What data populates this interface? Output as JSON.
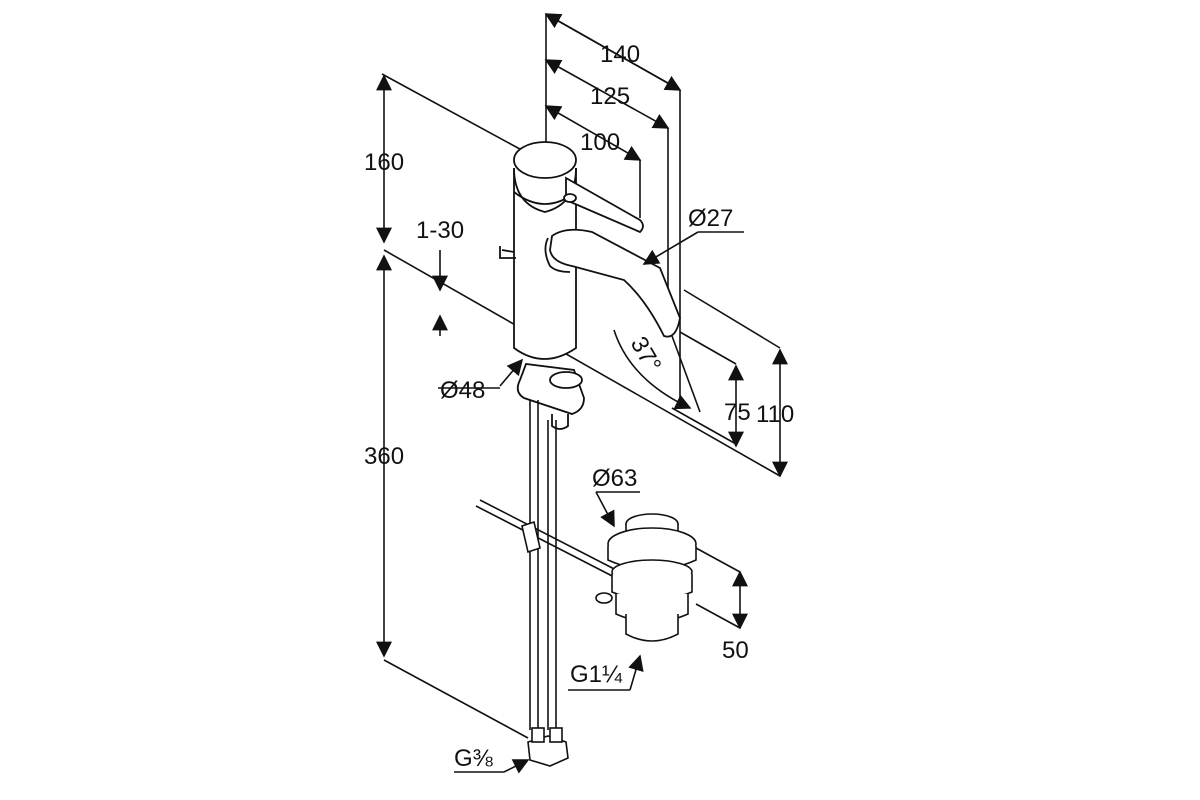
{
  "diagram": {
    "dimensions": {
      "d140": "140",
      "d125": "125",
      "d100": "100",
      "d160": "160",
      "d1_30": "1-30",
      "d27": "Ø27",
      "d37": "37°",
      "d48": "Ø48",
      "d75": "75",
      "d110": "110",
      "d360": "360",
      "d63": "Ø63",
      "d50": "50",
      "g114": "G1¼",
      "g38": "G⅜"
    }
  }
}
